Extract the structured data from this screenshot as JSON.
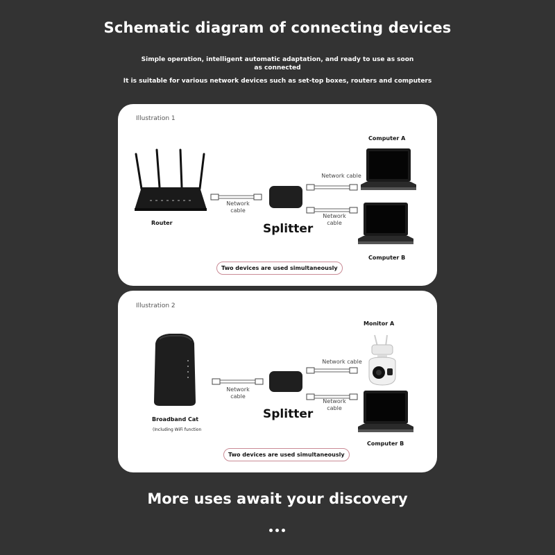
{
  "header": {
    "title": "Schematic diagram of connecting devices",
    "subtitle_line1": "Simple operation, intelligent automatic adaptation, and ready to use as soon as connected",
    "subtitle_line2": "It is suitable for various network devices such as set-top boxes, routers and computers"
  },
  "illustration1": {
    "label": "Illustration 1",
    "source_device": "Router",
    "splitter": "Splitter",
    "input_cable": "Network cable",
    "output_cable_a": "Network cable",
    "output_cable_b": "Network cable",
    "device_a": "Computer A",
    "device_b": "Computer B",
    "note": "Two devices are used simultaneously"
  },
  "illustration2": {
    "label": "Illustration 2",
    "source_device": "Broadband Cat",
    "source_device_note": "(Including WiFi function",
    "splitter": "Splitter",
    "input_cable": "Network cable",
    "output_cable_a": "Network cable",
    "output_cable_b": "Network cable",
    "device_a": "Monitor A",
    "device_b": "Computer B",
    "note": "Two devices are used simultaneously"
  },
  "footer": {
    "title": "More uses await your discovery",
    "dots": 3
  },
  "colors": {
    "background": "#333333",
    "card": "#ffffff",
    "note_border": "#c98a95",
    "device": "#1a1a1a"
  }
}
